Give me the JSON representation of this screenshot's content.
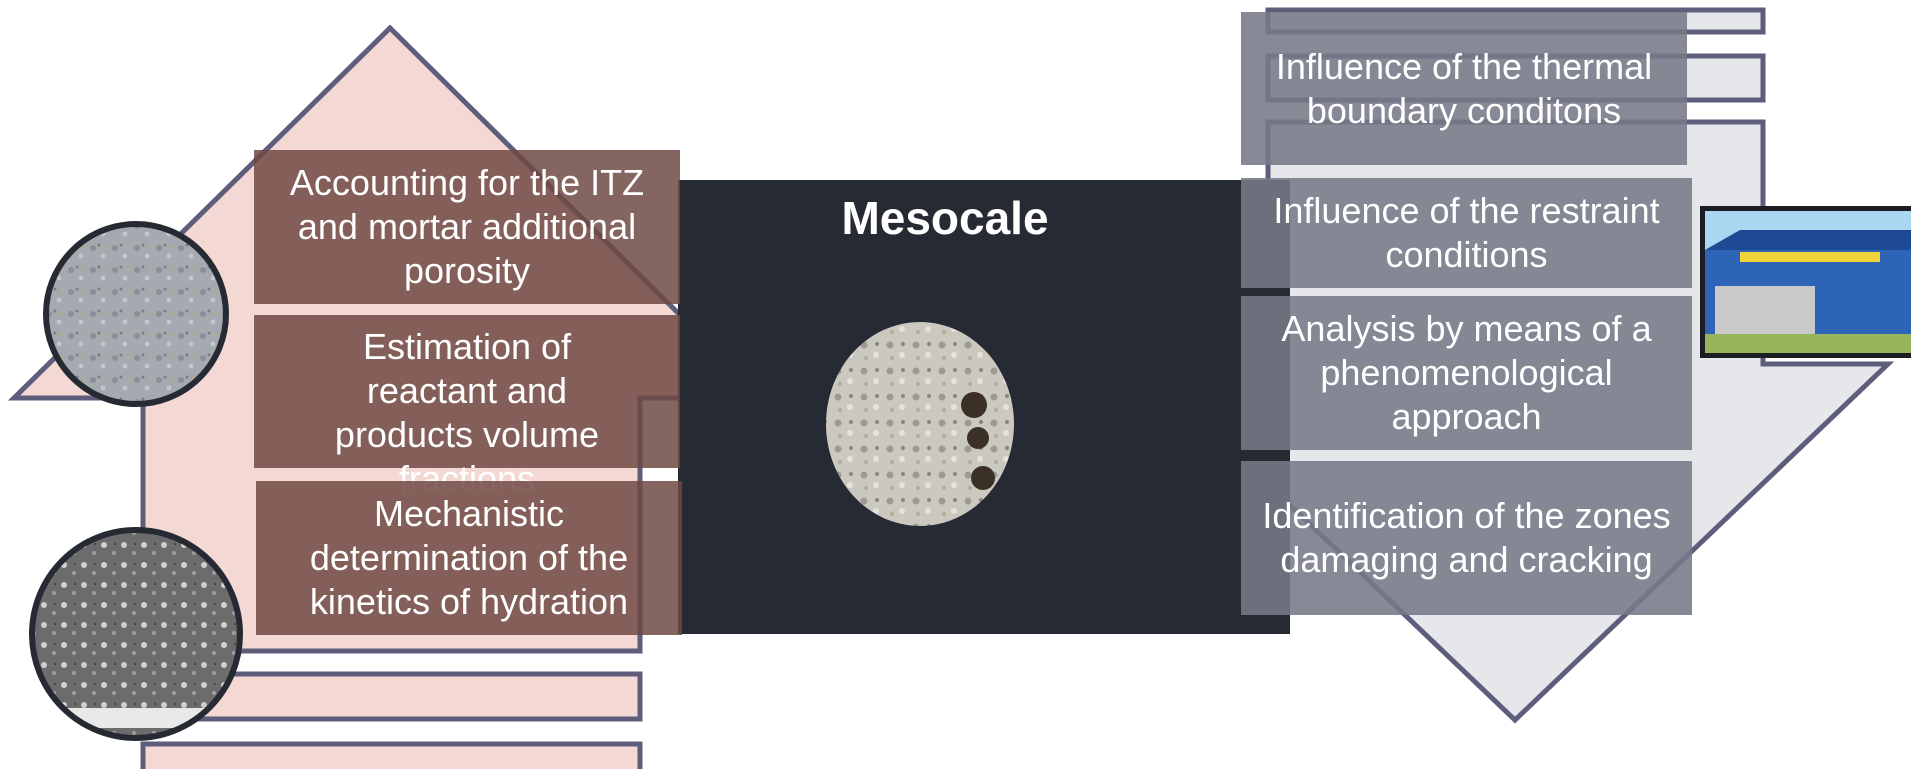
{
  "center": {
    "title": "Mesocale"
  },
  "left_boxes": [
    {
      "text": "Accounting for the ITZ and mortar additional porosity"
    },
    {
      "text": "Estimation of reactant and products volume fractions"
    },
    {
      "text": "Mechanistic determination of the kinetics of hydration"
    }
  ],
  "right_boxes": [
    {
      "text": "Influence of the thermal boundary conditons"
    },
    {
      "text": "Influence of the restraint conditions"
    },
    {
      "text": "Analysis by means of a phenomenological approach"
    },
    {
      "text": "Identification of the zones damaging and cracking"
    }
  ],
  "colors": {
    "up_arrow_fill": "#f4d8d4",
    "down_arrow_fill": "#e6e7eb",
    "arrow_outline": "#5e5d7c",
    "center_panel": "#262a33",
    "left_box": "#6e4842",
    "right_box": "#767a87"
  }
}
